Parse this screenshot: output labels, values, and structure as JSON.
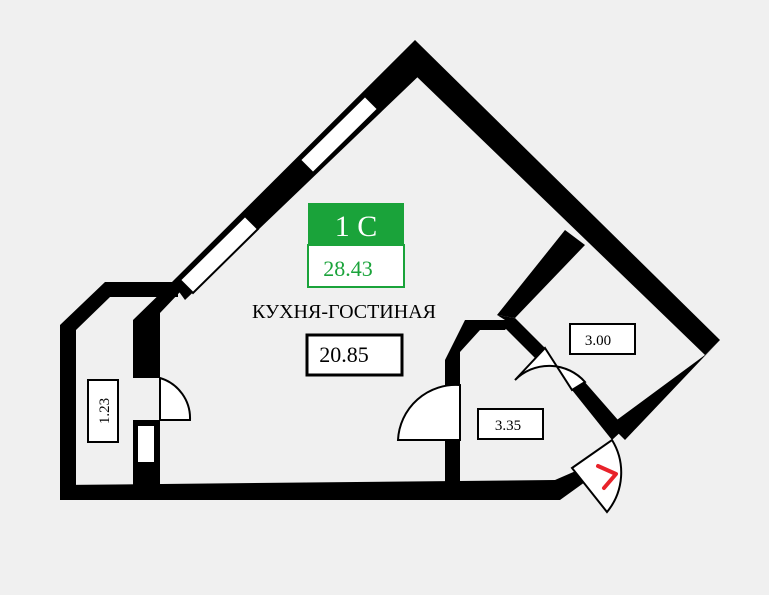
{
  "apartment": {
    "type_label": "1 С",
    "total_area": "28.43",
    "badge_color": "#1aa33a"
  },
  "rooms": {
    "living_kitchen": {
      "name": "КУХНЯ-ГОСТИНАЯ",
      "area": "20.85"
    },
    "balcony": {
      "area": "1.23"
    },
    "bathroom": {
      "area": "3.00"
    },
    "hallway": {
      "area": "3.35"
    }
  },
  "colors": {
    "wall": "#000000",
    "background": "#f0f0f0",
    "entrance_marker": "#e8222a"
  },
  "icons": {
    "entrance": "entrance-arrow-icon"
  }
}
